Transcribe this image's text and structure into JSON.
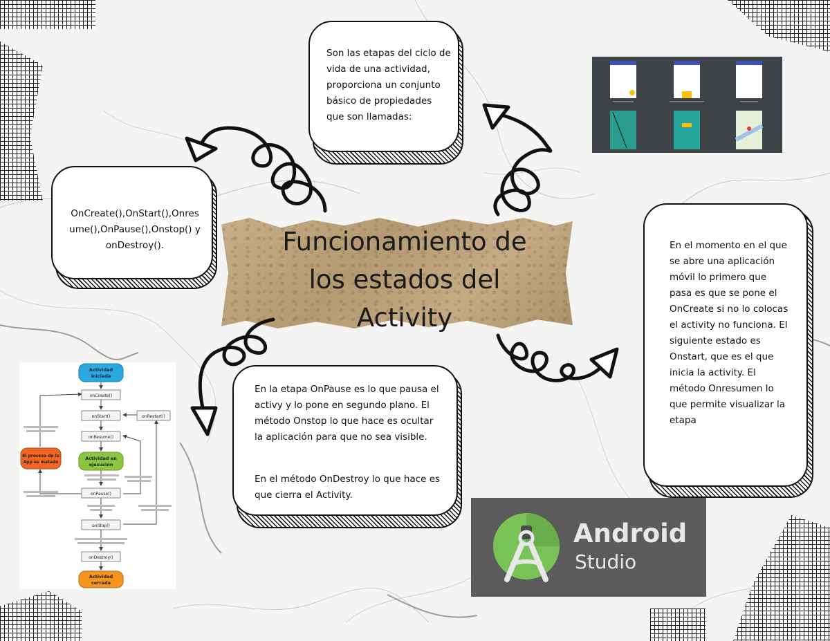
{
  "title": {
    "line1": "Funcionamiento de",
    "line2": "los estados del",
    "line3": "Activity"
  },
  "cards": {
    "top": "Son las etapas del ciclo de vida de una actividad, proporciona un conjunto básico de propiedades que son llamadas:",
    "left": "OnCreate(),OnStart(),Onresume(),OnPause(),Onstop() y onDestroy().",
    "right": "En el momento en el que se abre una aplicación móvil lo primero que pasa es que se pone el OnCreate si no lo colocas el activity no funciona. El siguiente estado es Onstart, que es el que inicia la activity. El método Onresumen lo que permite visualizar la etapa",
    "bottom_p1": "En la etapa OnPause es lo que pausa el activy y lo pone en segundo plano. El método Onstop lo que hace es ocultar la aplicación para que no sea visible.",
    "bottom_p2": "En el método OnDestroy lo que hace es que cierra el Activity."
  },
  "flowchart": {
    "start": [
      "Actividad",
      "iniciada"
    ],
    "oncreate": "onCreate()",
    "onstart": "onStart()",
    "onrestart": "onRestart()",
    "onresume": "onResume()",
    "running": [
      "Actividad en",
      "ejecución"
    ],
    "onpause": "onPause()",
    "onstop": "onStop()",
    "ondestroy": "onDestroy()",
    "killed": [
      "El proceso de la",
      "App es matado"
    ],
    "end": [
      "Actividad",
      "cerrada"
    ]
  },
  "android_logo": {
    "word1": "Android",
    "word2": "Studio"
  },
  "colors": {
    "android_bg": "#5b5b5b",
    "android_green": "#78c257",
    "flow_blue": "#29a9e0",
    "flow_green": "#8cc63f",
    "flow_orange": "#f26522",
    "flow_gold": "#f7941d"
  }
}
